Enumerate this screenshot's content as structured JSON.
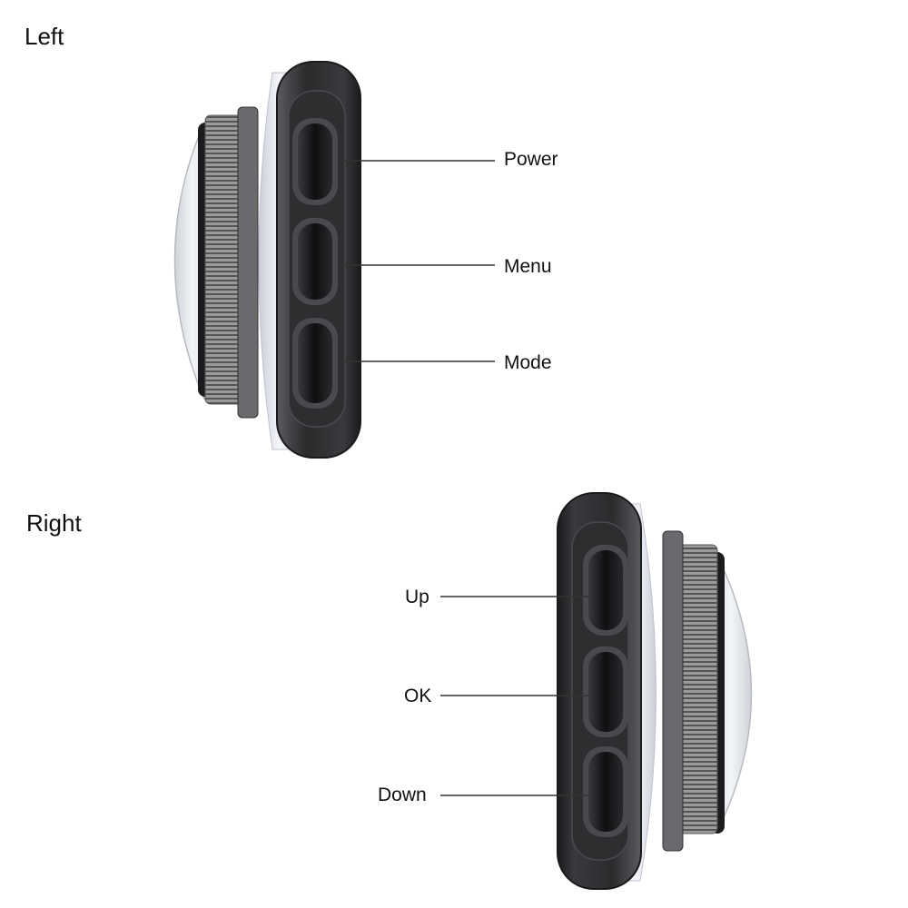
{
  "sections": {
    "left": {
      "title": "Left",
      "buttons": [
        {
          "label": "Power"
        },
        {
          "label": "Menu"
        },
        {
          "label": "Mode"
        }
      ]
    },
    "right": {
      "title": "Right",
      "buttons": [
        {
          "label": "Up"
        },
        {
          "label": "OK"
        },
        {
          "label": "Down"
        }
      ]
    }
  },
  "colors": {
    "body_dark": "#2b2b2d",
    "body_edge": "#4a4a4e",
    "white_shell": "#e9ebf4",
    "button": "#141416",
    "gear_metal": "#8a8a8a",
    "callout_line": "#333333",
    "text": "#111111"
  }
}
